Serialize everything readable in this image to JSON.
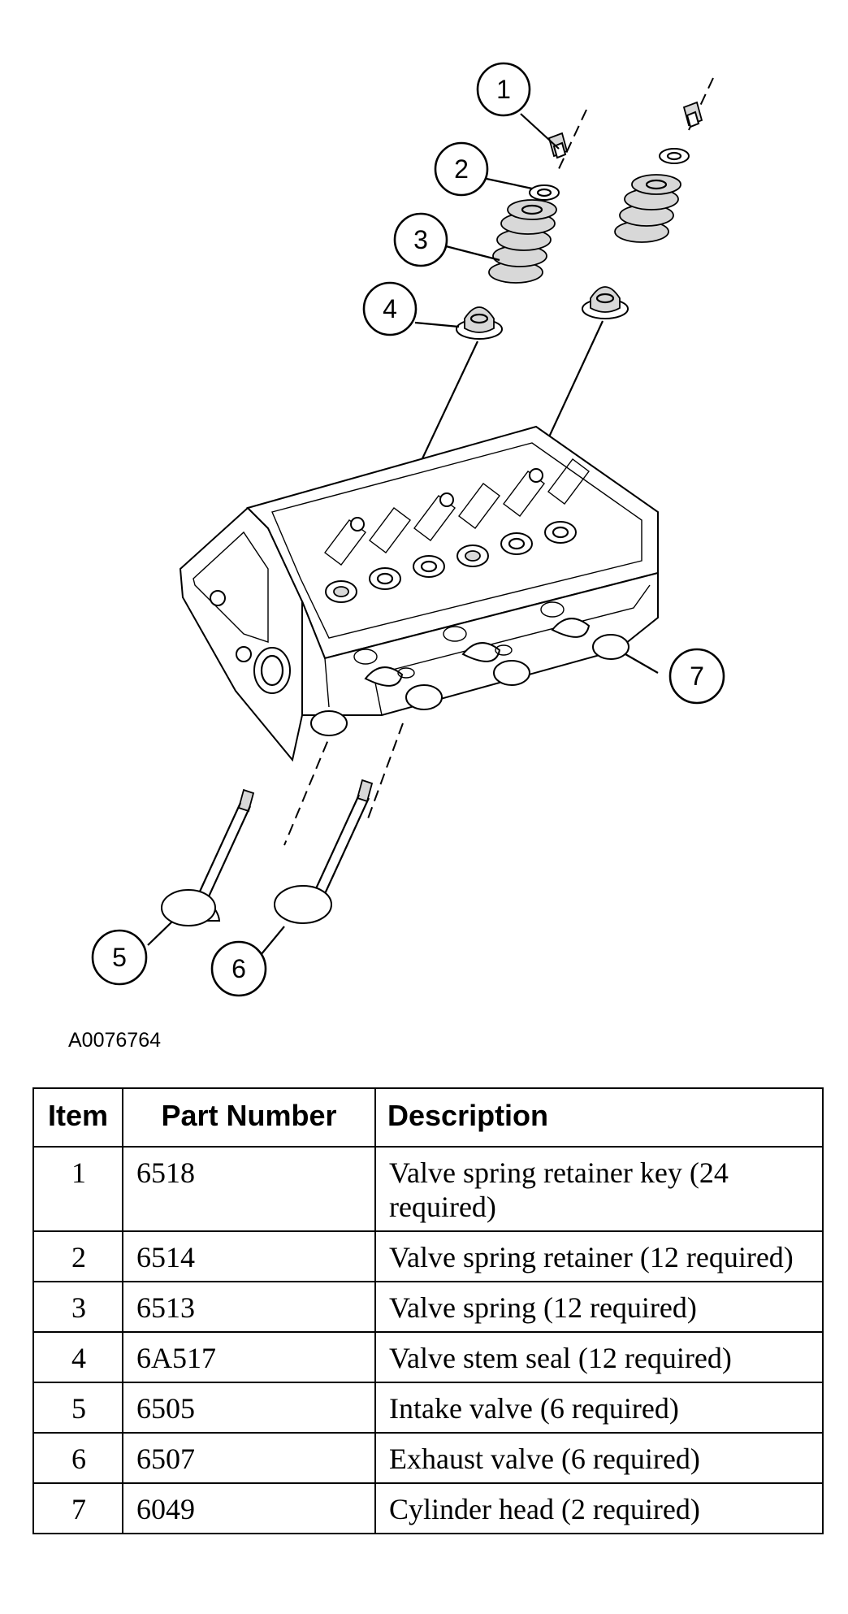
{
  "callouts": [
    "1",
    "2",
    "3",
    "4",
    "5",
    "6",
    "7"
  ],
  "figure_id": "A0076764",
  "table": {
    "headers": [
      "Item",
      "Part Number",
      "Description"
    ],
    "rows": [
      {
        "item": "1",
        "part_number": "6518",
        "description": "Valve spring retainer key (24 required)"
      },
      {
        "item": "2",
        "part_number": "6514",
        "description": "Valve spring retainer (12 required)"
      },
      {
        "item": "3",
        "part_number": "6513",
        "description": "Valve spring (12 required)"
      },
      {
        "item": "4",
        "part_number": "6A517",
        "description": "Valve stem seal (12 required)"
      },
      {
        "item": "5",
        "part_number": "6505",
        "description": "Intake valve (6 required)"
      },
      {
        "item": "6",
        "part_number": "6507",
        "description": "Exhaust valve (6 required)"
      },
      {
        "item": "7",
        "part_number": "6049",
        "description": "Cylinder head (2 required)"
      }
    ]
  }
}
